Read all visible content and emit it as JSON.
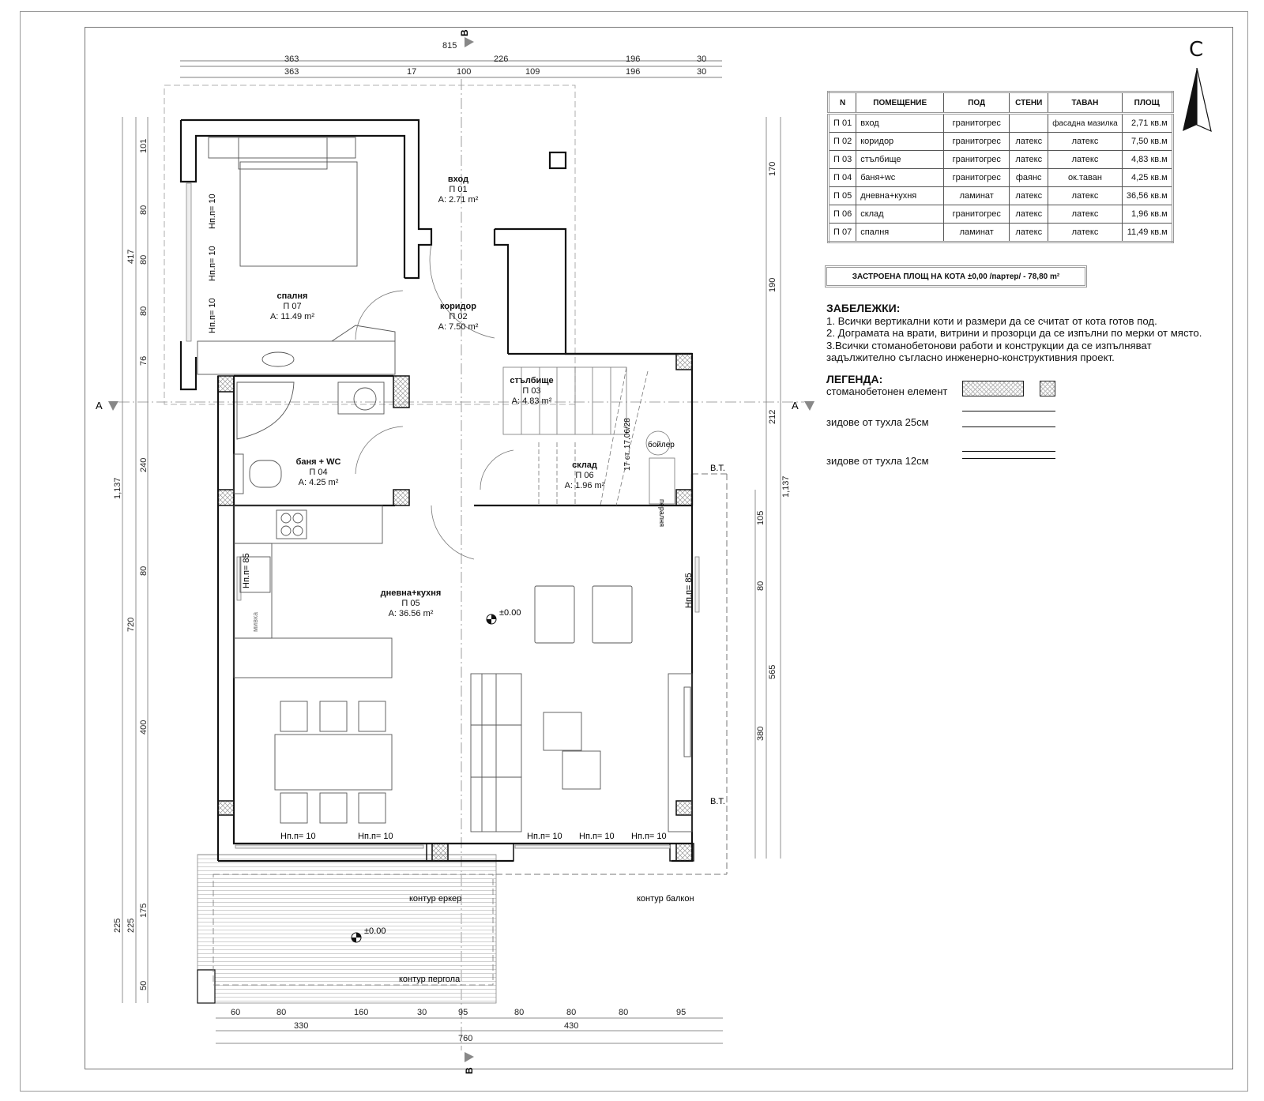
{
  "north_arrow": {
    "label": "С"
  },
  "section_markers": {
    "top": "В",
    "bottom": "В",
    "left": "А",
    "right": "А"
  },
  "rooms_table": {
    "headers": [
      "N",
      "ПОМЕЩЕНИЕ",
      "ПОД",
      "СТЕНИ",
      "ТАВАН",
      "ПЛОЩ"
    ],
    "rows": [
      {
        "n": "П 01",
        "name": "вход",
        "floor": "гранитогрес",
        "walls": "",
        "ceiling": "фасадна мазилка",
        "area": "2,71 кв.м"
      },
      {
        "n": "П 02",
        "name": "коридор",
        "floor": "гранитогрес",
        "walls": "латекс",
        "ceiling": "латекс",
        "area": "7,50 кв.м"
      },
      {
        "n": "П 03",
        "name": "стълбище",
        "floor": "гранитогрес",
        "walls": "латекс",
        "ceiling": "латекс",
        "area": "4,83 кв.м"
      },
      {
        "n": "П 04",
        "name": "баня+wc",
        "floor": "гранитогрес",
        "walls": "фаянс",
        "ceiling": "ок.таван",
        "area": "4,25 кв.м"
      },
      {
        "n": "П 05",
        "name": "дневна+кухня",
        "floor": "ламинат",
        "walls": "латекс",
        "ceiling": "латекс",
        "area": "36,56 кв.м"
      },
      {
        "n": "П 06",
        "name": "склад",
        "floor": "гранитогрес",
        "walls": "латекс",
        "ceiling": "латекс",
        "area": "1,96 кв.м"
      },
      {
        "n": "П 07",
        "name": "спалня",
        "floor": "ламинат",
        "walls": "латекс",
        "ceiling": "латекс",
        "area": "11,49 кв.м"
      }
    ]
  },
  "built_area": "ЗАСТРОЕНА ПЛОЩ НА КОТА  ±0,00 /партер/ - 78,80 m²",
  "notes": {
    "title": "ЗАБЕЛЕЖКИ:",
    "items": [
      "1. Всички вертикални коти и размери да се считат от кота готов под.",
      "2. Дограмата на врати, витрини и прозорци да се изпълни по мерки от място.",
      "3.Всички стоманобетонови работи и конструкции да се изпълняват",
      "задължително съгласно инженерно-конструктивния проект."
    ]
  },
  "legend": {
    "title": "ЛЕГЕНДА:",
    "concrete": "стоманобетонен елемент",
    "brick25": "зидове от тухла 25см",
    "brick12": "зидове от тухла 12см"
  },
  "plan": {
    "rooms": [
      {
        "name": "вход",
        "code": "П 01",
        "area": "A: 2.71 m²"
      },
      {
        "name": "коридор",
        "code": "П 02",
        "area": "A: 7.50 m²"
      },
      {
        "name": "стълбище",
        "code": "П 03",
        "area": "A: 4.83 m²"
      },
      {
        "name": "баня + WC",
        "code": "П 04",
        "area": "A: 4.25 m²"
      },
      {
        "name": "дневна+кухня",
        "code": "П 05",
        "area": "A: 36.56 m²"
      },
      {
        "name": "склад",
        "code": "П 06",
        "area": "A: 1.96 m²"
      },
      {
        "name": "спалня",
        "code": "П 07",
        "area": "A: 11.49 m²"
      }
    ],
    "level_mark": "±0.00",
    "labels": {
      "boiler": "бойлер",
      "washer": "пералня",
      "sink": "мивка",
      "bt": "В.Т.",
      "bay_contour": "контур еркер",
      "balcony_contour": "контур балкон",
      "pergola_contour": "контур пергола",
      "stairs": "17 ст. 17,06/28",
      "window_sill_10": "Нп.п= 10",
      "window_sill_85": "Нп.п= 85"
    },
    "dims_top": {
      "row1": [
        "815"
      ],
      "row2": [
        "363",
        "226",
        "196",
        "30"
      ],
      "row3": [
        "363",
        "17",
        "100",
        "109",
        "196",
        "30"
      ]
    },
    "dims_bottom": {
      "row1": [
        "60",
        "80",
        "160",
        "30",
        "95",
        "80",
        "80",
        "80",
        "95"
      ],
      "row2": [
        "330",
        "430"
      ],
      "row3": [
        "760"
      ]
    },
    "dims_left": {
      "row1": [
        "101",
        "80",
        "80",
        "80",
        "76",
        "240",
        "80",
        "400",
        "175",
        "50"
      ],
      "row2": [
        "417",
        "720",
        "225"
      ],
      "row3": [
        "1,137",
        "225"
      ]
    },
    "dims_right": {
      "row1": [
        "105",
        "80",
        "380"
      ],
      "row2": [
        "170",
        "190",
        "212",
        "565"
      ],
      "row3": [
        "1,137"
      ]
    }
  }
}
